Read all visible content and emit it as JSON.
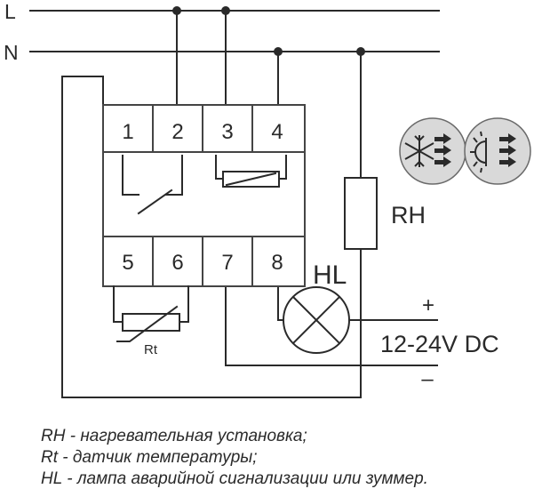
{
  "lines": {
    "L": "L",
    "N": "N"
  },
  "terminals": [
    "1",
    "2",
    "3",
    "4",
    "5",
    "6",
    "7",
    "8"
  ],
  "components": {
    "heater": "RH",
    "sensor": "Rt",
    "lamp": "HL"
  },
  "supply": {
    "plus": "+",
    "minus": "–",
    "voltage": "12-24V DC"
  },
  "legend": [
    "RH - нагревательная установка;",
    "Rt - датчик температуры;",
    "HL - лампа аварийной сигнализации или зуммер."
  ],
  "icons": [
    "snowflake-heat-icon",
    "sun-heat-icon"
  ],
  "colors": {
    "line": "#2a2a2a",
    "module_border": "#444444",
    "icon_bg": "#d9d9d9"
  }
}
